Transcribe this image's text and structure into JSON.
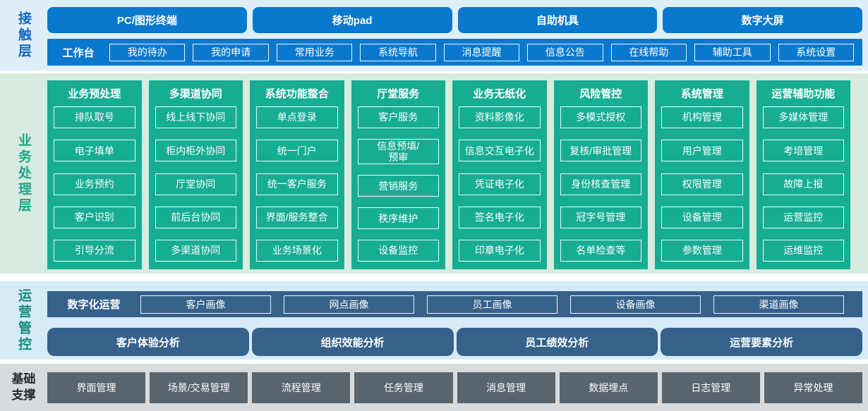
{
  "colors": {
    "blue": "#0a79cd",
    "blue_bg": "#dfeffa",
    "green": "#16ad93",
    "green_bg": "#d8ebe1",
    "slate": "#35618a",
    "slate_bg": "#d5ebf7",
    "gray": "#59646d",
    "gray_bg": "#d8dbde"
  },
  "contact": {
    "label": "接触层",
    "channels": [
      "PC/图形终端",
      "移动pad",
      "自助机具",
      "数字大屏"
    ],
    "workbench_label": "工作台",
    "workbench_items": [
      "我的待办",
      "我的申请",
      "常用业务",
      "系统导航",
      "消息提醒",
      "信息公告",
      "在线帮助",
      "辅助工具",
      "系统设置"
    ]
  },
  "business": {
    "label": "业务处理层",
    "columns": [
      {
        "title": "业务预处理",
        "items": [
          "排队取号",
          "电子填单",
          "业务预约",
          "客户识别",
          "引导分流"
        ]
      },
      {
        "title": "多渠道协同",
        "items": [
          "线上线下协同",
          "柜内柜外协同",
          "厅堂协同",
          "前后台协同",
          "多渠道协同"
        ]
      },
      {
        "title": "系统功能整合",
        "items": [
          "单点登录",
          "统一门户",
          "统一客户服务",
          "界面/服务整合",
          "业务场景化"
        ]
      },
      {
        "title": "厅堂服务",
        "items": [
          "客户服务",
          "信息预填/\n预审",
          "营销服务",
          "秩序维护",
          "设备监控"
        ]
      },
      {
        "title": "业务无纸化",
        "items": [
          "资料影像化",
          "信息交互电子化",
          "凭证电子化",
          "签名电子化",
          "印章电子化"
        ]
      },
      {
        "title": "风险管控",
        "items": [
          "多模式授权",
          "复核/审批管理",
          "身份核查管理",
          "冠字号管理",
          "名单检查等"
        ]
      },
      {
        "title": "系统管理",
        "items": [
          "机构管理",
          "用户管理",
          "权限管理",
          "设备管理",
          "参数管理"
        ]
      },
      {
        "title": "运营辅助功能",
        "items": [
          "多媒体管理",
          "考培管理",
          "故障上报",
          "运营监控",
          "运维监控"
        ]
      }
    ]
  },
  "operations": {
    "label": "运营管控",
    "digital_label": "数字化运营",
    "digital_items": [
      "客户画像",
      "网点画像",
      "员工画像",
      "设备画像",
      "渠道画像"
    ],
    "analysis_items": [
      "客户体验分析",
      "组织效能分析",
      "员工绩效分析",
      "运营要素分析"
    ]
  },
  "foundation": {
    "label": "基础支撑",
    "items": [
      "界面管理",
      "场景/交易管理",
      "流程管理",
      "任务管理",
      "消息管理",
      "数据埋点",
      "日志管理",
      "异常处理"
    ]
  }
}
